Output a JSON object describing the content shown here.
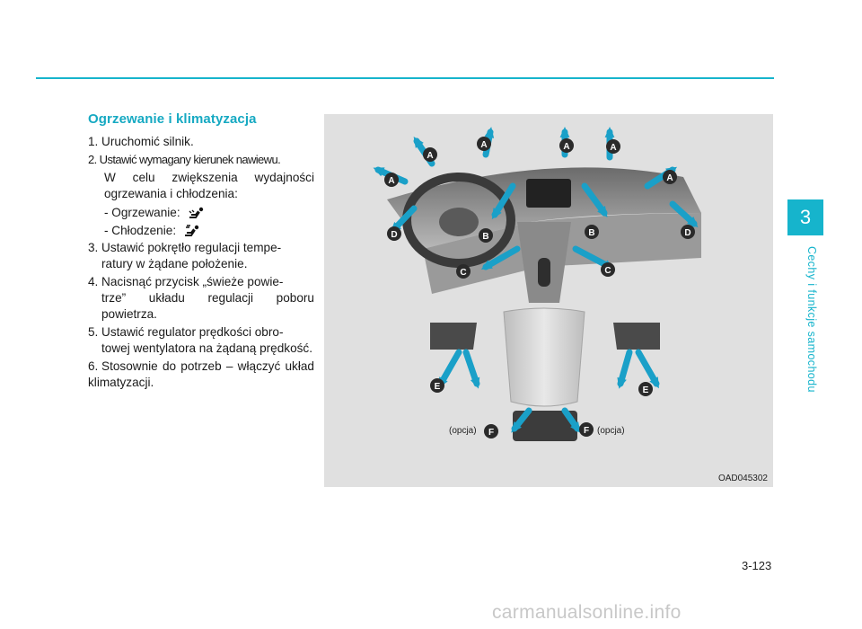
{
  "header": {
    "rule_color": "#16b4cc"
  },
  "side_tab": {
    "chapter_number": "3",
    "chapter_title": "Cechy i funkcje samochodu",
    "color": "#16b4cc"
  },
  "section": {
    "heading": "Ogrzewanie i klimatyzacja",
    "steps": [
      {
        "num": "1.",
        "text": "Uruchomić silnik."
      },
      {
        "num": "2.",
        "text": "Ustawić wymagany kierunek nawiewu."
      },
      {
        "num": "",
        "text": "W celu zwiększenia wydajności ogrzewania i chłodzenia:"
      },
      {
        "num": "",
        "text": "- Ogrzewanie:",
        "icon": "heating-mode-icon"
      },
      {
        "num": "",
        "text": "- Chłodzenie:",
        "icon": "cooling-mode-icon"
      },
      {
        "num": "3.",
        "text": "Ustawić pokrętło regulacji temperatury w żądane położenie.",
        "display_a": "Ustawić pokrętło regulacji tempe-",
        "display_b": "ratury w żądane położenie."
      },
      {
        "num": "4.",
        "text": "Nacisnąć przycisk „świeże powietrze” układu regulacji poboru powietrza.",
        "display_a": "Nacisnąć przycisk „świeże powie-",
        "display_b": "trze” układu regulacji poboru powietrza."
      },
      {
        "num": "5.",
        "text": "Ustawić regulator prędkości obrotowej wentylatora na żądaną prędkość.",
        "display_a": "Ustawić regulator prędkości obro-",
        "display_b": "towej wentylatora na żądaną prędkość."
      },
      {
        "num": "6.",
        "text": "Stosownie do potrzeb – włączyć układ klimatyzacji."
      }
    ]
  },
  "figure": {
    "code": "OAD045302",
    "labels": {
      "A": "A",
      "B": "B",
      "C": "C",
      "D": "D",
      "E": "E",
      "F": "F"
    },
    "option_left": "(opcja)",
    "option_right": "(opcja)",
    "arrow_color": "#1aa0c8",
    "badge_color": "#2a2a2a"
  },
  "footer": {
    "page_number": "3-123",
    "watermark": "carmanualsonline.info"
  }
}
